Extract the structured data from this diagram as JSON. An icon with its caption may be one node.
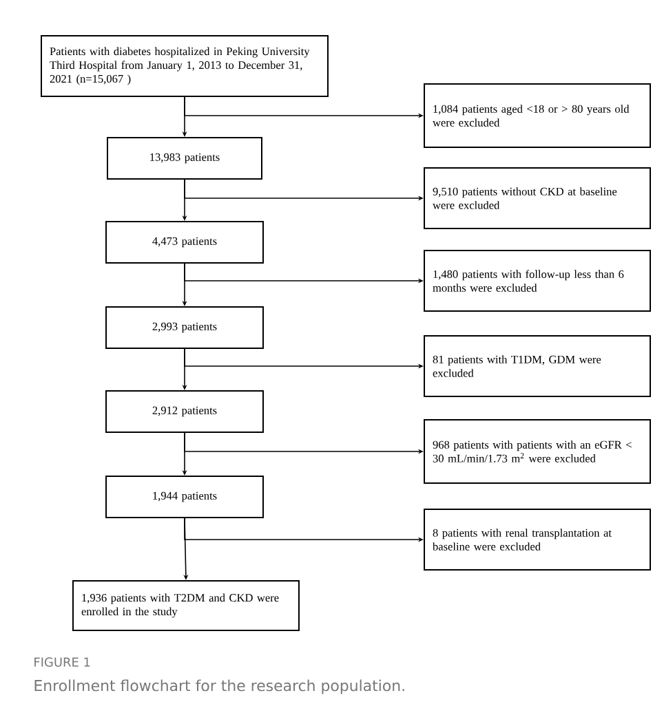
{
  "diagram": {
    "caption": "Enrollment flowchart for the research population.",
    "nodes": [
      {
        "text": [
          "Patients with diabetes hospitalized in Peking University Third Hospital  from January 1, 2013 to December 31, 2021 (n=15,067 )"
        ]
      },
      {
        "text": [
          "1,084 patients aged <18 or > 80 years old were excluded"
        ]
      },
      {
        "text": [
          "13,983 patients"
        ]
      },
      {
        "text": [
          "9,510 patients without CKD at baseline were excluded"
        ]
      },
      {
        "text": [
          "4,473 patients"
        ]
      },
      {
        "text": [
          "1,480 patients with follow-up less than 6 months were excluded"
        ]
      },
      {
        "text": [
          "2,993 patients"
        ]
      },
      {
        "text": [
          "81 patients with T1DM, GDM were excluded"
        ]
      },
      {
        "text": [
          "2,912 patients"
        ]
      },
      {
        "text": [
          "968 patients with patients with an eGFR < 30 mL/min/1.73 m$^{2}$ were excluded"
        ]
      },
      {
        "text": [
          "1,944 patients"
        ]
      },
      {
        "text": [
          "8 patients with renal transplantation at baseline were excluded"
        ]
      },
      {
        "text": [
          "1,936 patients with T2DM and CKD were enrolled in the study"
        ]
      }
    ],
    "edges": [
      {
        "from": 0,
        "to": 2,
        "arrow": "to"
      },
      {
        "from": 0,
        "to": 1,
        "arrow": "to"
      },
      {
        "from": 2,
        "to": 4,
        "arrow": "to"
      },
      {
        "from": 2,
        "to": 3,
        "arrow": "to"
      },
      {
        "from": 4,
        "to": 6,
        "arrow": "to"
      },
      {
        "from": 4,
        "to": 5,
        "arrow": "to"
      },
      {
        "from": 6,
        "to": 8,
        "arrow": "to"
      },
      {
        "from": 6,
        "to": 7,
        "arrow": "to"
      },
      {
        "from": 8,
        "to": 10,
        "arrow": "to"
      },
      {
        "from": 8,
        "to": 9,
        "arrow": "to"
      },
      {
        "from": 10,
        "to": 12,
        "arrow": "to"
      },
      {
        "from": 10,
        "to": 11,
        "arrow": "to"
      }
    ],
    "labels": [
      "FIGURE 1"
    ]
  }
}
